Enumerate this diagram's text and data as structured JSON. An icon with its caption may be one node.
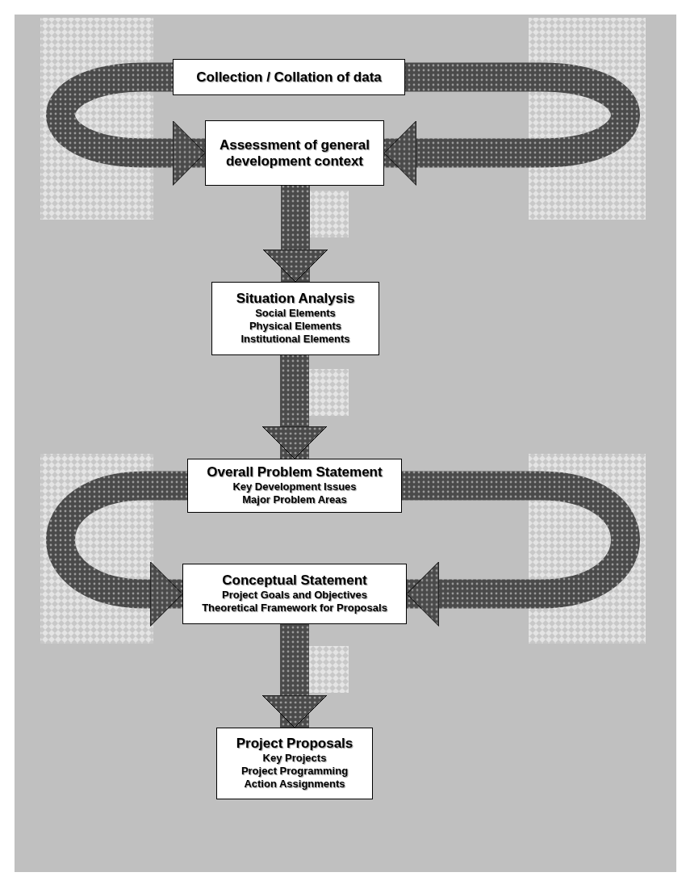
{
  "diagram": {
    "nodes": [
      {
        "text": [
          "Collection / Collation of data"
        ]
      },
      {
        "text": [
          "Assessment of general development context"
        ]
      },
      {
        "text": [
          "Situation Analysis",
          "Social Elements",
          "Physical Elements",
          "Institutional Elements"
        ]
      },
      {
        "text": [
          "Overall Problem Statement",
          "Key Development Issues",
          "Major Problem Areas"
        ]
      },
      {
        "text": [
          "Conceptual Statement",
          "Project Goals and Objectives",
          "Theoretical Framework for Proposals"
        ]
      },
      {
        "text": [
          "Project Proposals",
          "Key Projects",
          "Project Programming",
          "Action Assignments"
        ]
      }
    ],
    "edges": [
      {
        "from": 0,
        "to": 1,
        "arrow": "to"
      },
      {
        "from": 0,
        "to": 1,
        "arrow": "to"
      },
      {
        "from": 1,
        "to": 2,
        "arrow": "to"
      },
      {
        "from": 2,
        "to": 3,
        "arrow": "to"
      },
      {
        "from": 3,
        "to": 4,
        "arrow": "to"
      },
      {
        "from": 3,
        "to": 4,
        "arrow": "to"
      },
      {
        "from": 4,
        "to": 5,
        "arrow": "to"
      }
    ]
  }
}
